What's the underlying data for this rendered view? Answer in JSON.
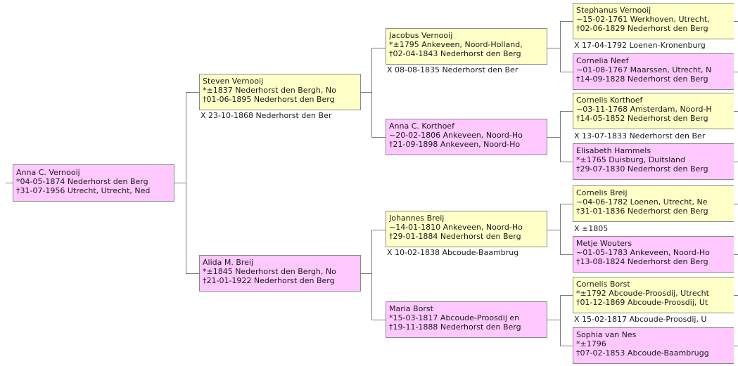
{
  "persons": {
    "root": {
      "name": "Anna C. Vernooij",
      "l1": "*04-05-1874 Nederhorst den Berg",
      "l2": "†31-07-1956 Utrecht, Utrecht, Ned"
    },
    "p2": {
      "name": "Steven Vernooij",
      "l1": "*±1837 Nederhorst den Bergh, No",
      "l2": "†01-06-1895 Nederhorst den Berg"
    },
    "p3": {
      "name": "Alida M. Breij",
      "l1": "*±1845 Nederhorst den Bergh, No",
      "l2": "†21-01-1922 Nederhorst den Berg"
    },
    "p4": {
      "name": "Jacobus Vernooij",
      "l1": "*±1795 Ankeveen, Noord-Holland,",
      "l2": "†02-04-1843 Nederhorst den Berg"
    },
    "p5": {
      "name": "Anna C. Korthoef",
      "l1": "~20-02-1806 Ankeveen, Noord-Ho",
      "l2": "†21-09-1898 Ankeveen, Noord-Ho"
    },
    "p6": {
      "name": "Johannes Breij",
      "l1": "~14-01-1810 Ankeveen, Noord-Ho",
      "l2": "†29-01-1884 Nederhorst den Berg"
    },
    "p7": {
      "name": "Maria Borst",
      "l1": "*15-03-1817 Abcoude-Proosdij en",
      "l2": "†19-11-1888 Nederhorst den Berg"
    },
    "p8": {
      "name": "Stephanus Vernooij",
      "l1": "~15-02-1761 Werkhoven, Utrecht,",
      "l2": "†02-06-1829 Nederhorst den Berg"
    },
    "p9": {
      "name": "Cornelia Neef",
      "l1": "~01-08-1767 Maarssen, Utrecht, N",
      "l2": "†14-09-1828 Nederhorst den Berg"
    },
    "p10": {
      "name": "Cornelis Korthoef",
      "l1": "~03-11-1768 Amsterdam, Noord-H",
      "l2": "†14-05-1852 Nederhorst den Berg"
    },
    "p11": {
      "name": "Elisabeth Hammels",
      "l1": "*±1765 Duisburg, Duitsland",
      "l2": "†29-07-1830 Nederhorst den Berg"
    },
    "p12": {
      "name": "Cornelis Breij",
      "l1": "~04-06-1782 Loenen, Utrecht, Ne",
      "l2": "†31-01-1836 Nederhorst den Berg"
    },
    "p13": {
      "name": "Metje Wouters",
      "l1": "~01-05-1783 Ankeveen, Noord-Ho",
      "l2": "†13-08-1824 Nederhorst den Berg"
    },
    "p14": {
      "name": "Cornelis Borst",
      "l1": "*±1792 Abcoude-Proosdij, Utrecht",
      "l2": "†01-12-1869 Abcoude-Proosdij, Ut"
    },
    "p15": {
      "name": "Sophia van Nes",
      "l1": "*±1796",
      "l2": "†07-02-1853 Abcoude-Baambrugg"
    }
  },
  "marriages": {
    "m1": "X 23-10-1868 Nederhorst den Ber",
    "m2": "X 08-08-1835 Nederhorst den Ber",
    "m3": "X 10-02-1838 Abcoude-Baambrug",
    "m4": "X 17-04-1792 Loenen-Kronenburg",
    "m5": "X 13-07-1833 Nederhorst den Ber",
    "m6": "X ±1805",
    "m7": "X 15-02-1817 Abcoude-Proosdij, U"
  },
  "colors": {
    "male_box": "#ffffc8",
    "female_box": "#ffc8ff",
    "connector": "#7a7a7a",
    "border": "#8a8a8a"
  }
}
